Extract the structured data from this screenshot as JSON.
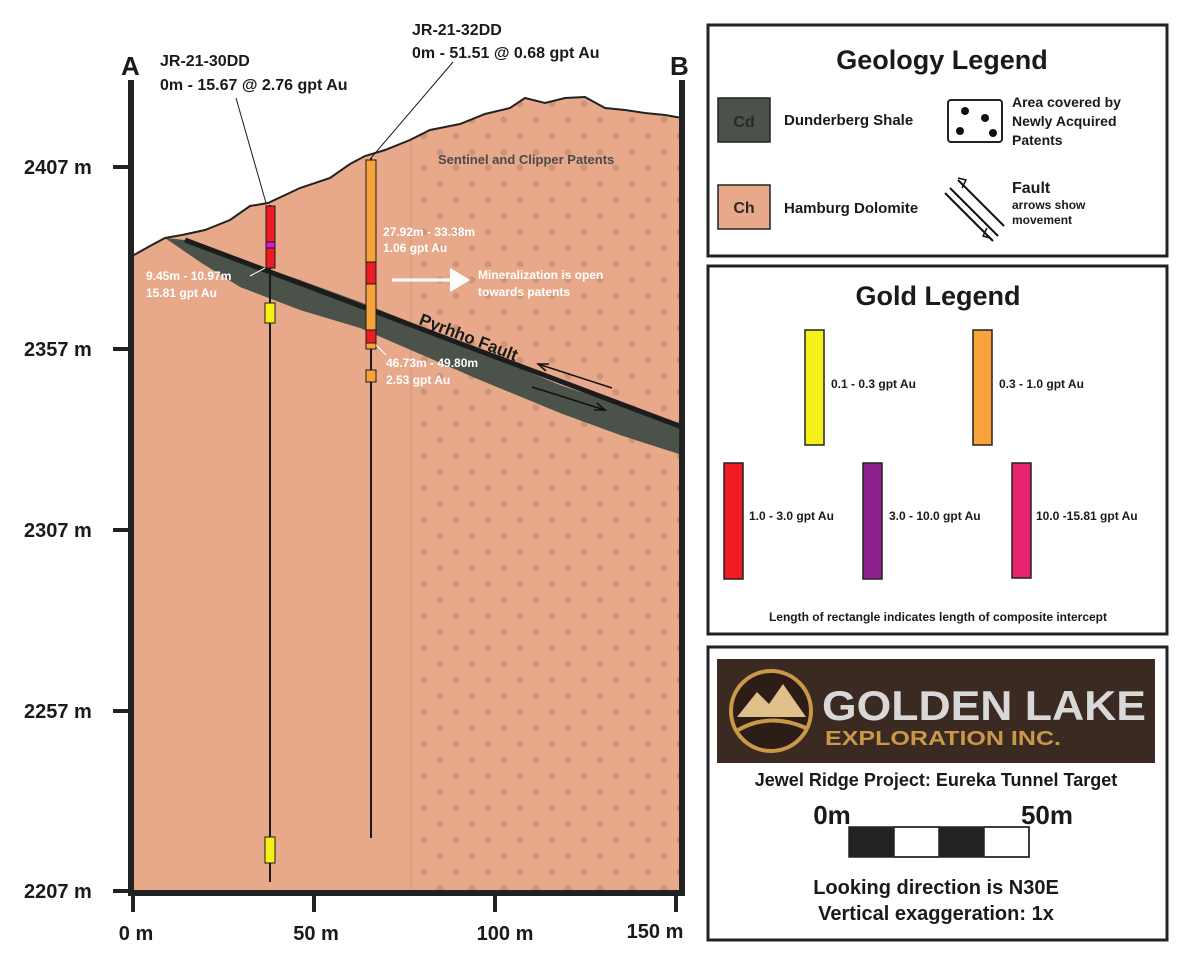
{
  "section": {
    "end_a": "A",
    "end_b": "B",
    "elevation_ticks": [
      {
        "label": "2407 m",
        "value": 2407
      },
      {
        "label": "2357 m",
        "value": 2357
      },
      {
        "label": "2307 m",
        "value": 2307
      },
      {
        "label": "2257 m",
        "value": 2257
      },
      {
        "label": "2207 m",
        "value": 2207
      }
    ],
    "distance_ticks": [
      {
        "label": "0 m",
        "value": 0
      },
      {
        "label": "50 m",
        "value": 50
      },
      {
        "label": "100 m",
        "value": 100
      },
      {
        "label": "150 m",
        "value": 150
      }
    ],
    "patents_label": "Sentinel and Clipper Patents",
    "fault_label": "Pyrhho Fault",
    "open_label_1": "Mineralization is open",
    "open_label_2": "towards patents"
  },
  "holes": [
    {
      "name": "JR-21-30DD",
      "summary": "0m - 15.67 @ 2.76 gpt Au",
      "intercepts": [
        {
          "range": "9.45m - 10.97m",
          "grade": "15.81 gpt Au"
        }
      ]
    },
    {
      "name": "JR-21-32DD",
      "summary": "0m - 51.51 @ 0.68 gpt Au",
      "intercepts": [
        {
          "range": "27.92m - 33.38m",
          "grade": "1.06 gpt Au"
        },
        {
          "range": "46.73m - 49.80m",
          "grade": "2.53 gpt Au"
        }
      ]
    }
  ],
  "geology_legend": {
    "title": "Geology Legend",
    "units": [
      {
        "code": "Cd",
        "name": "Dunderberg Shale",
        "color": "#4a5249"
      },
      {
        "code": "Ch",
        "name": "Hamburg Dolomite",
        "color": "#e8a98a"
      }
    ],
    "patent_text": [
      "Area covered by",
      "Newly Acquired",
      "Patents"
    ],
    "fault_title": "Fault",
    "fault_sub": [
      "arrows show",
      "movement"
    ]
  },
  "gold_legend": {
    "title": "Gold Legend",
    "classes": [
      {
        "label": "0.1 - 0.3 gpt Au",
        "color": "#f5f01a"
      },
      {
        "label": "0.3 - 1.0 gpt Au",
        "color": "#f7a33a"
      },
      {
        "label": "1.0 - 3.0 gpt Au",
        "color": "#ee1c24"
      },
      {
        "label": "3.0 - 10.0 gpt Au",
        "color": "#8d1f8f"
      },
      {
        "label": "10.0 -15.81 gpt Au",
        "color": "#e8246e"
      }
    ],
    "note": "Length of rectangle indicates length of composite intercept"
  },
  "company": {
    "logo_word1": "GOLDEN LAKE",
    "logo_word2": "EXPLORATION INC.",
    "project": "Jewel Ridge Project: Eureka Tunnel Target",
    "scale_left": "0m",
    "scale_right": "50m",
    "looking": "Looking direction is N30E",
    "exaggeration": "Vertical exaggeration: 1x"
  },
  "colors": {
    "dolomite": "#e8a98a",
    "shale": "#4a5249",
    "patent_dot": "#cf9478",
    "logo_bg": "#3a2a22",
    "logo_gold": "#c99848",
    "logo_grey": "#d8d8d8"
  }
}
